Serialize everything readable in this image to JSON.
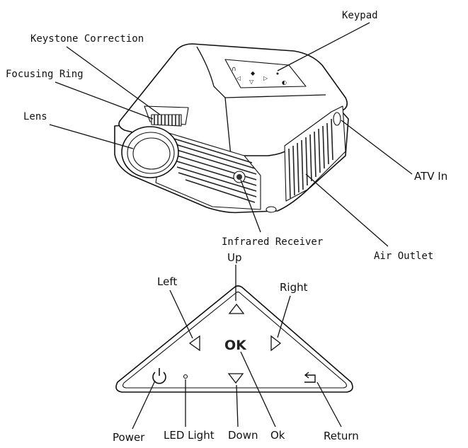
{
  "projector": {
    "labels": {
      "keypad": "Keypad",
      "keystone": "Keystone Correction",
      "focusing_ring": "Focusing Ring",
      "lens": "Lens",
      "atv_in": "ATV In",
      "infrared_receiver": "Infrared Receiver",
      "air_outlet": "Air Outlet"
    }
  },
  "keypad_panel": {
    "labels": {
      "up": "Up",
      "left": "Left",
      "right": "Right",
      "ok_text": "OK",
      "power": "Power",
      "led_light": "LED Light",
      "down": "Down",
      "ok": "Ok",
      "return": "Return"
    }
  }
}
